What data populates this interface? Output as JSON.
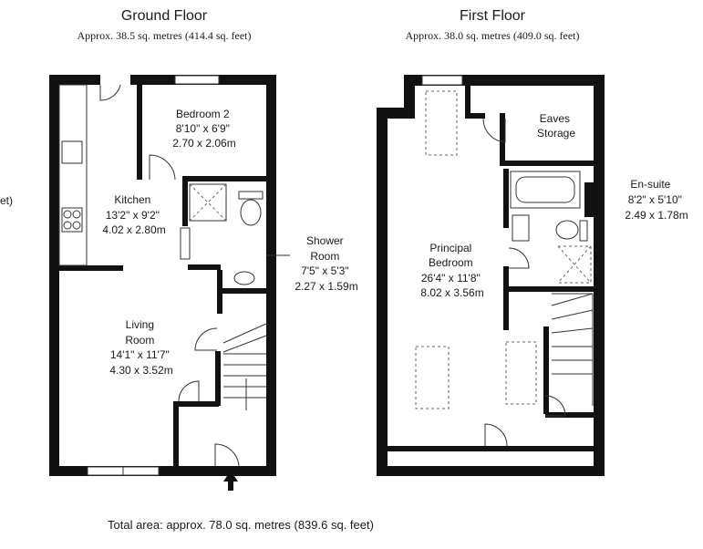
{
  "ground_floor": {
    "title": "Ground Floor",
    "area": "Approx. 38.5 sq. metres (414.4 sq. feet)",
    "rooms": {
      "bedroom2": [
        "Bedroom 2",
        "8'10\" x 6'9\"",
        "2.70 x 2.06m"
      ],
      "kitchen": [
        "Kitchen",
        "13'2\" x 9'2\"",
        "4.02 x 2.80m"
      ],
      "living": [
        "Living",
        "Room",
        "14'1\" x 11'7\"",
        "4.30 x 3.52m"
      ],
      "shower": [
        "Shower",
        "Room",
        "7'5\" x 5'3\"",
        "2.27 x 1.59m"
      ]
    },
    "edge_fragment": "et)"
  },
  "first_floor": {
    "title": "First Floor",
    "area": "Approx. 38.0 sq. metres (409.0 sq. feet)",
    "rooms": {
      "eaves": [
        "Eaves",
        "Storage"
      ],
      "principal": [
        "Principal",
        "Bedroom",
        "26'4\" x 11'8\"",
        "8.02 x 3.56m"
      ],
      "ensuite": [
        "En-suite",
        "8'2\" x 5'10\"",
        "2.49 x 1.78m"
      ]
    }
  },
  "total_area": "Total area: approx. 78.0 sq. metres (839.6 sq. feet)"
}
